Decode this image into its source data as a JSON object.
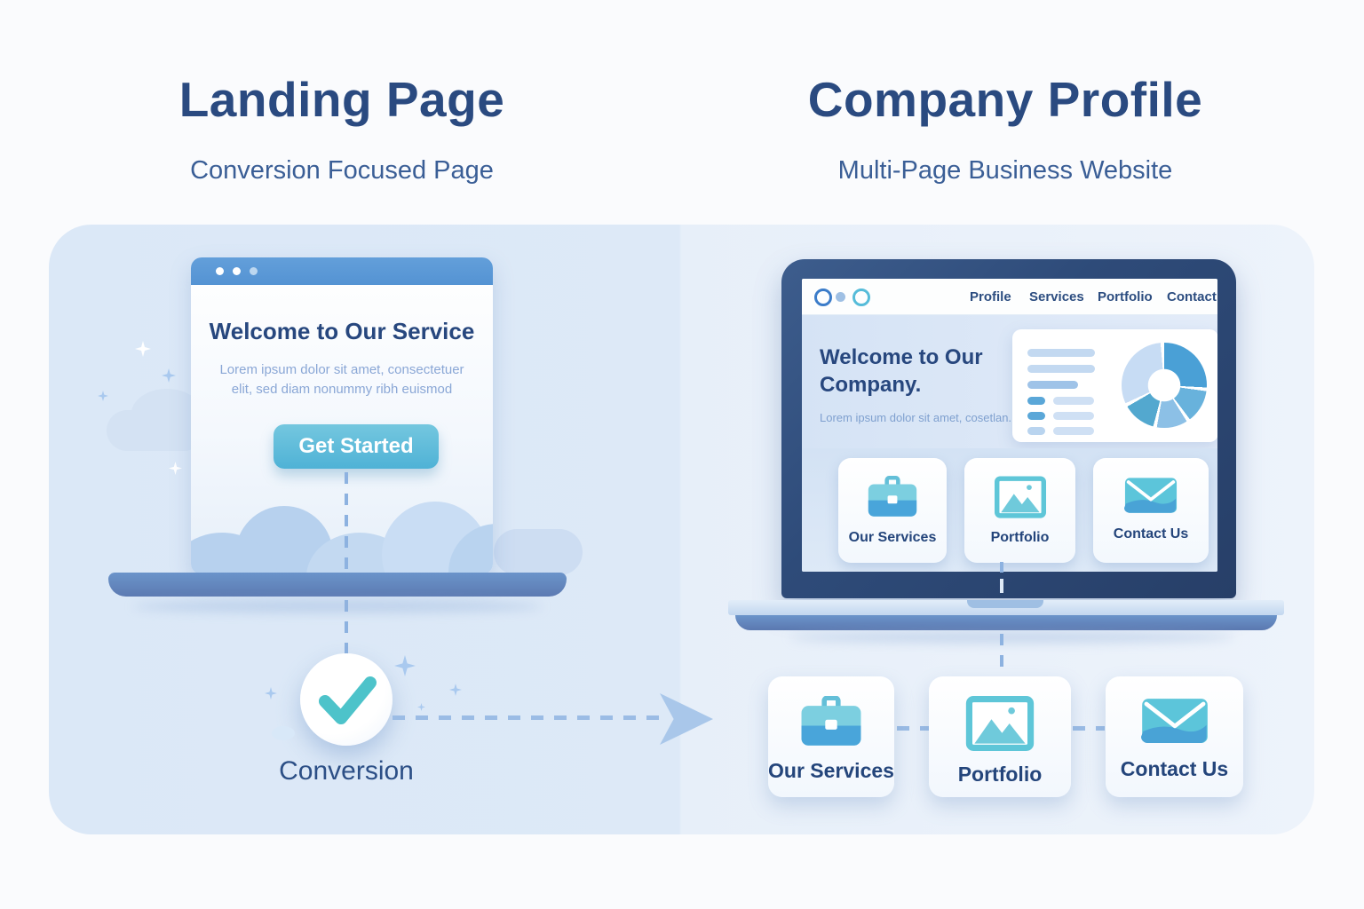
{
  "left": {
    "title": "Landing Page",
    "subtitle": "Conversion Focused Page",
    "browser": {
      "heading": "Welcome to Our Service",
      "body_line1": "Lorem ipsum dolor sit amet, consectetuer",
      "body_line2": "elit, sed diam nonummy ribh euismod",
      "cta_label": "Get Started"
    },
    "conversion_label": "Conversion"
  },
  "right": {
    "title": "Company Profile",
    "subtitle": "Multi-Page Business Website",
    "site": {
      "nav": [
        "Profile",
        "Services",
        "Portfolio",
        "Contact"
      ],
      "heading_line1": "Welcome to Our",
      "heading_line2": "Company.",
      "body": "Lorem ipsum dolor sit amet, cosetlan.",
      "cards": [
        {
          "label": "Our Services",
          "icon": "briefcase-icon"
        },
        {
          "label": "Portfolio",
          "icon": "image-icon"
        },
        {
          "label": "Contact Us",
          "icon": "envelope-icon"
        }
      ]
    },
    "pages": [
      {
        "label": "Our Services",
        "icon": "briefcase-icon"
      },
      {
        "label": "Portfolio",
        "icon": "image-icon"
      },
      {
        "label": "Contact Us",
        "icon": "envelope-icon"
      }
    ]
  },
  "colors": {
    "heading_navy": "#2a4a80",
    "subtitle_blue": "#3a5e96",
    "browser_bar_blue": "#5b99d7",
    "cta_teal": "#4fb2d6",
    "checkmark_teal": "#4dc3ca",
    "laptop_navy": "#2e4b79",
    "panel_left_bg": "#dbe8f7",
    "panel_right_bg": "#e9f0fa",
    "dash_blue": "#8db2e0"
  }
}
